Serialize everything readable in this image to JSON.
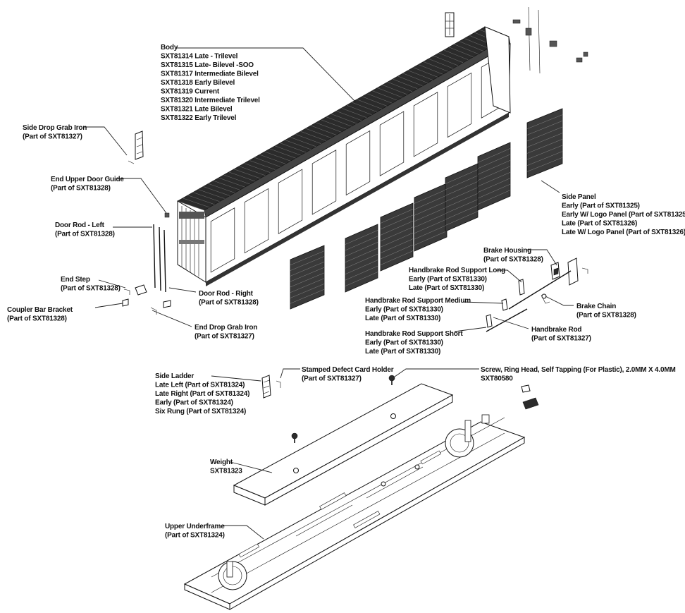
{
  "callouts": [
    {
      "id": "body",
      "lines": [
        "Body",
        "SXT81314 Late - Trilevel",
        "SXT81315 Late- Bilevel -SOO",
        "SXT81317 Intermediate Bilevel",
        "SXT81318 Early Bilevel",
        "SXT81319 Current",
        "SXT81320 Intermediate Trilevel",
        "SXT81321 Late Bilevel",
        "SXT81322 Early Trilevel"
      ]
    },
    {
      "id": "side-drop-grab-iron",
      "lines": [
        "Side Drop Grab Iron",
        "(Part of SXT81327)"
      ]
    },
    {
      "id": "end-upper-door-guide",
      "lines": [
        "End Upper Door Guide",
        "(Part of SXT81328)"
      ]
    },
    {
      "id": "door-rod-left",
      "lines": [
        "Door Rod - Left",
        "(Part of SXT81328)"
      ]
    },
    {
      "id": "end-step",
      "lines": [
        "End Step",
        "(Part of SXT81328)"
      ]
    },
    {
      "id": "coupler-bar-bracket",
      "lines": [
        "Coupler Bar Bracket",
        "(Part of SXT81328)"
      ]
    },
    {
      "id": "door-rod-right",
      "lines": [
        "Door Rod - Right",
        "(Part of SXT81328)"
      ]
    },
    {
      "id": "end-drop-grab-iron",
      "lines": [
        "End Drop Grab Iron",
        "(Part of SXT81327)"
      ]
    },
    {
      "id": "side-panel",
      "lines": [
        "Side Panel",
        "Early (Part of SXT81325)",
        "Early W/ Logo Panel (Part of SXT81325)",
        "Late (Part of SXT81326)",
        "Late W/ Logo Panel (Part of SXT81326)"
      ]
    },
    {
      "id": "brake-housing",
      "lines": [
        "Brake Housing",
        "(Part of SXT81328)"
      ]
    },
    {
      "id": "handbrake-rod-support-long",
      "lines": [
        "Handbrake Rod Support Long",
        "Early (Part of SXT81330)",
        "Late (Part of SXT81330)"
      ]
    },
    {
      "id": "brake-chain",
      "lines": [
        "Brake Chain",
        "(Part of SXT81328)"
      ]
    },
    {
      "id": "handbrake-rod-support-medium",
      "lines": [
        "Handbrake Rod Support Medium",
        "Early (Part of SXT81330)",
        "Late (Part of SXT81330)"
      ]
    },
    {
      "id": "handbrake-rod",
      "lines": [
        "Handbrake Rod",
        "(Part of SXT81327)"
      ]
    },
    {
      "id": "handbrake-rod-support-short",
      "lines": [
        "Handbrake Rod Support Short",
        "Early (Part of SXT81330)",
        "Late (Part of SXT81330)"
      ]
    },
    {
      "id": "side-ladder",
      "lines": [
        "Side Ladder",
        "Late Left (Part of SXT81324)",
        "Late Right (Part of SXT81324)",
        "Early (Part of SXT81324)",
        "Six Rung (Part of SXT81324)"
      ]
    },
    {
      "id": "stamped-defect-card-holder",
      "lines": [
        "Stamped Defect Card Holder",
        "(Part of SXT81327)"
      ]
    },
    {
      "id": "screw",
      "lines": [
        "Screw, Ring Head, Self Tapping (For Plastic), 2.0MM X 4.0MM",
        "SXT80580"
      ]
    },
    {
      "id": "weight",
      "lines": [
        "Weight",
        "SXT81323"
      ]
    },
    {
      "id": "upper-underframe",
      "lines": [
        "Upper Underframe",
        "(Part of SXT81324)"
      ]
    }
  ]
}
